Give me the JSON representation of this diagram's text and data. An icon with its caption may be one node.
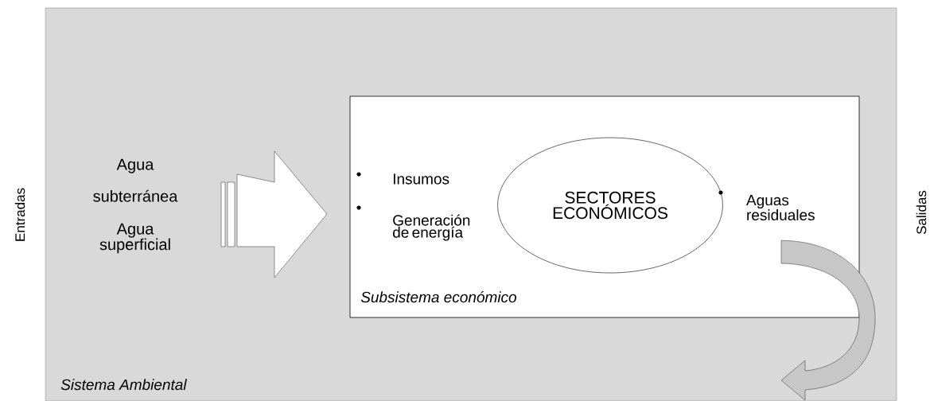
{
  "diagram": {
    "nodes": [
      {
        "text": [
          "Sistema Ambiental"
        ]
      },
      {
        "text": [
          "Subsistema económico"
        ],
        "in": 0
      },
      {
        "text": [
          "SECTORES ECONÓMICOS"
        ],
        "in": 1
      },
      {
        "text": [
          "Agua subterránea",
          "Agua superficial"
        ],
        "in": 0
      },
      {
        "text": [
          "Aguas residuales"
        ],
        "in": 1
      }
    ],
    "edges": [
      {
        "from": 3,
        "to": 1,
        "arrow": "to"
      },
      {
        "from": 4,
        "to": null,
        "arrow": "to"
      }
    ],
    "labels": [
      "Entradas",
      "Insumos",
      "Generación de energía",
      "Salidas"
    ]
  }
}
